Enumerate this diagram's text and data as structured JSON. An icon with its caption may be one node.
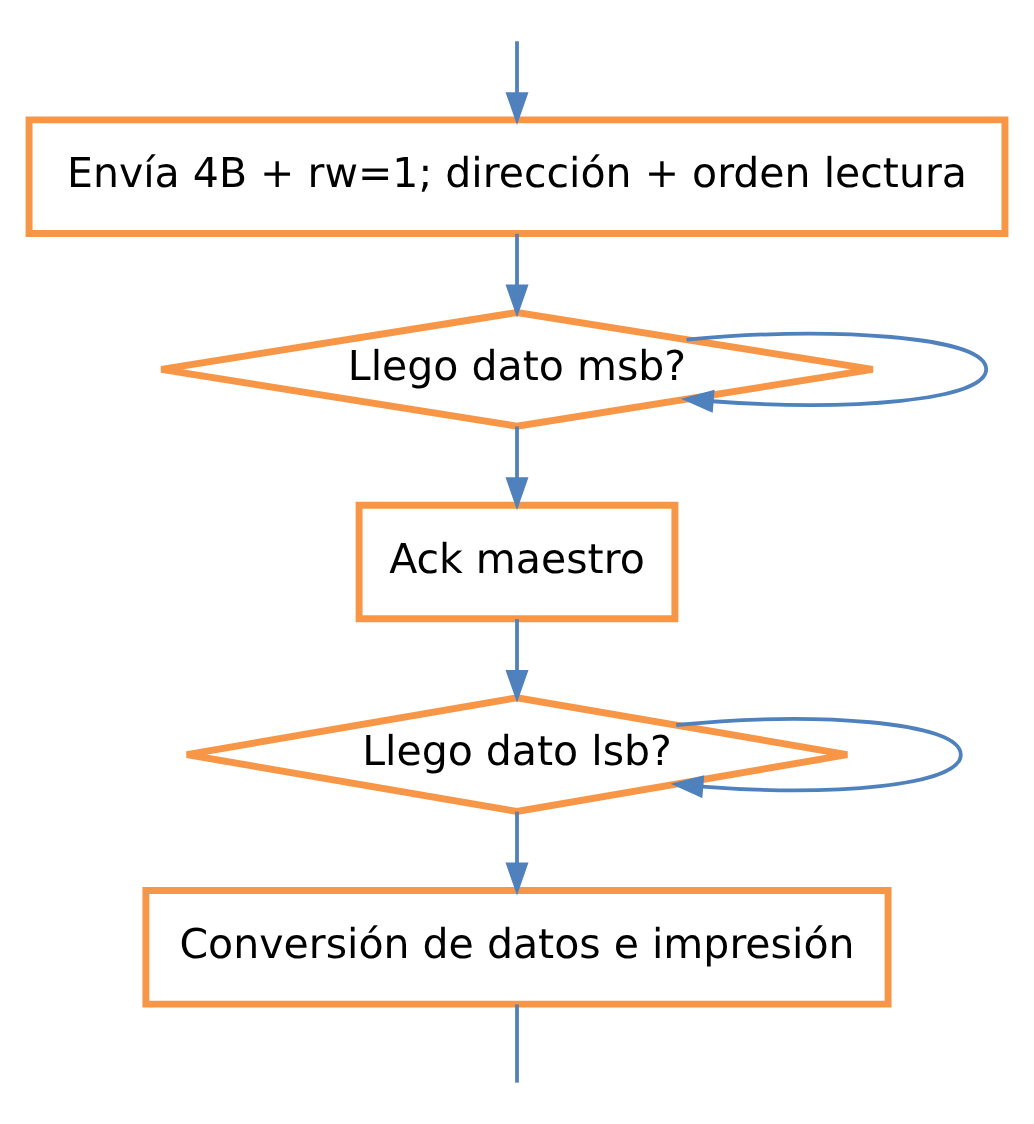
{
  "diagram": {
    "nodes": [
      {
        "text": [
          "Envía 4B + rw=1; dirección + orden lectura"
        ]
      },
      {
        "text": [
          "Llego dato msb?"
        ]
      },
      {
        "text": [
          "Ack maestro"
        ]
      },
      {
        "text": [
          "Llego dato lsb?"
        ]
      },
      {
        "text": [
          "Conversión de datos e impresión"
        ]
      }
    ],
    "edges": [
      {
        "from": null,
        "to": 0,
        "arrow": "to"
      },
      {
        "from": 0,
        "to": 1,
        "arrow": "to"
      },
      {
        "from": 1,
        "to": 1,
        "arrow": "to"
      },
      {
        "from": 1,
        "to": 2,
        "arrow": "to"
      },
      {
        "from": 2,
        "to": 3,
        "arrow": "to"
      },
      {
        "from": 3,
        "to": 3,
        "arrow": "to"
      },
      {
        "from": 3,
        "to": 4,
        "arrow": "to"
      },
      {
        "from": 4,
        "to": null,
        "arrow": "none"
      }
    ]
  }
}
